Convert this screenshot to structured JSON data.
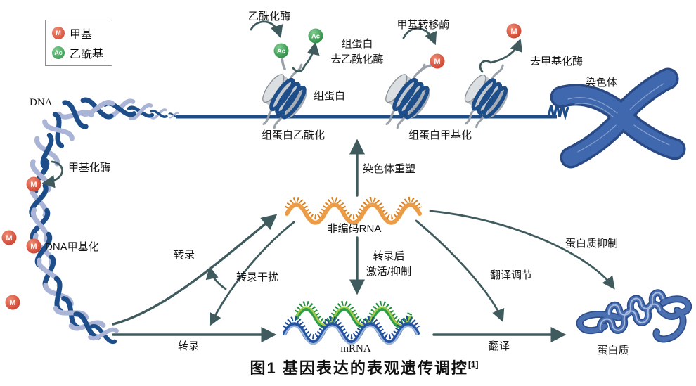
{
  "legend": {
    "items": [
      {
        "symbol": "M",
        "label": "甲基"
      },
      {
        "symbol": "Ac",
        "label": "乙酰基"
      }
    ]
  },
  "markers": {
    "methyl": "M",
    "acetyl": "Ac"
  },
  "labels": {
    "dna": "DNA",
    "acetylase": "乙酰化酶",
    "histone_deacetylase_l1": "组蛋白",
    "histone_deacetylase_l2": "去乙酰化酶",
    "histone": "组蛋白",
    "histone_acetylation": "组蛋白乙酰化",
    "methyltransferase": "甲基转移酶",
    "demethylase": "去甲基化酶",
    "chromosome": "染色体",
    "histone_methylation": "组蛋白甲基化",
    "methylase": "甲基化酶",
    "dna_methylation": "DNA甲基化",
    "chromatin_remodeling": "染色体重塑",
    "noncoding_rna": "非编码RNA",
    "transcription_upper": "转录",
    "transcription_interference": "转录干扰",
    "transcription_lower": "转录",
    "post_transcription_l1": "转录后",
    "post_transcription_l2": "激活/抑制",
    "mrna": "mRNA",
    "translation_regulation": "翻译调节",
    "protein_inhibition": "蛋白质抑制",
    "translation": "翻译",
    "protein": "蛋白质"
  },
  "caption": {
    "text": "图1 基因表达的表观遗传调控",
    "sup": "[1]"
  },
  "colors": {
    "arrow": "#3f5b5e",
    "dna_dark": "#1d4e89",
    "dna_light": "#a9b4d6",
    "methyl": "#d9503f",
    "acetyl": "#3fa558",
    "noncoding_rna": "#ec9c46",
    "mrna_green": "#2f9e4a",
    "mrna_blue": "#2355a3",
    "protein": "#4a70b2",
    "chromosome": "#4068ae"
  }
}
